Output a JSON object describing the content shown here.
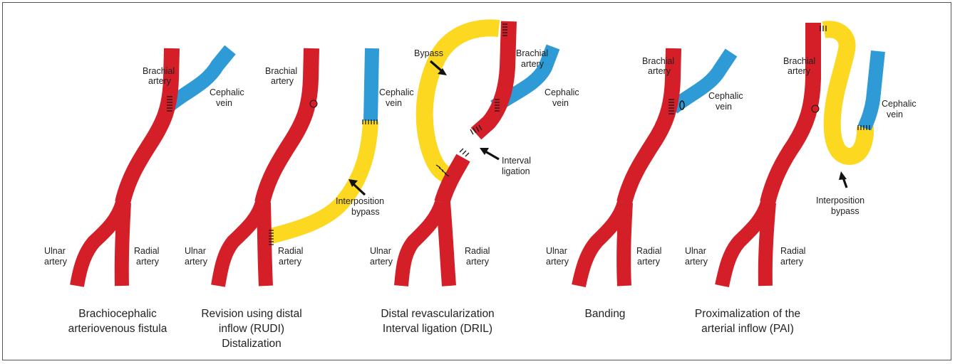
{
  "colors": {
    "artery": "#d41f28",
    "vein": "#2e9bd6",
    "bypass": "#fcd820",
    "suture": "#1a1a1a"
  },
  "panels": [
    {
      "labels": {
        "brachial": [
          "Brachial",
          "artery"
        ],
        "cephalic": [
          "Cephalic",
          "vein"
        ],
        "ulnar": [
          "Ulnar",
          "artery"
        ],
        "radial": [
          "Radial",
          "artery"
        ]
      },
      "caption": [
        "Brachiocephalic",
        "arteriovenous fistula"
      ]
    },
    {
      "labels": {
        "brachial": [
          "Brachial",
          "artery"
        ],
        "cephalic": [
          "Cephalic",
          "vein"
        ],
        "interposition": [
          "Interposition",
          "bypass"
        ],
        "ulnar": [
          "Ulnar",
          "artery"
        ],
        "radial": [
          "Radial",
          "artery"
        ]
      },
      "caption": [
        "Revision using distal",
        "inflow (RUDI)",
        "Distalization"
      ]
    },
    {
      "labels": {
        "bypass": "Bypass",
        "brachial": [
          "Brachial",
          "artery"
        ],
        "cephalic": [
          "Cephalic",
          "vein"
        ],
        "interval": [
          "Interval",
          "ligation"
        ],
        "ulnar": [
          "Ulnar",
          "artery"
        ],
        "radial": [
          "Radial",
          "artery"
        ]
      },
      "caption": [
        "Distal revascularization",
        "Interval ligation (DRIL)"
      ]
    },
    {
      "labels": {
        "brachial": [
          "Brachial",
          "artery"
        ],
        "cephalic": [
          "Cephalic",
          "vein"
        ],
        "ulnar": [
          "Ulnar",
          "artery"
        ],
        "radial": [
          "Radial",
          "artery"
        ]
      },
      "caption": [
        "Banding"
      ]
    },
    {
      "labels": {
        "brachial": [
          "Brachial",
          "artery"
        ],
        "cephalic": [
          "Cephalic",
          "vein"
        ],
        "interposition": [
          "Interposition",
          "bypass"
        ],
        "ulnar": [
          "Ulnar",
          "artery"
        ],
        "radial": [
          "Radial",
          "artery"
        ]
      },
      "caption": [
        "Proximalization of the",
        "arterial inflow (PAI)"
      ]
    }
  ]
}
